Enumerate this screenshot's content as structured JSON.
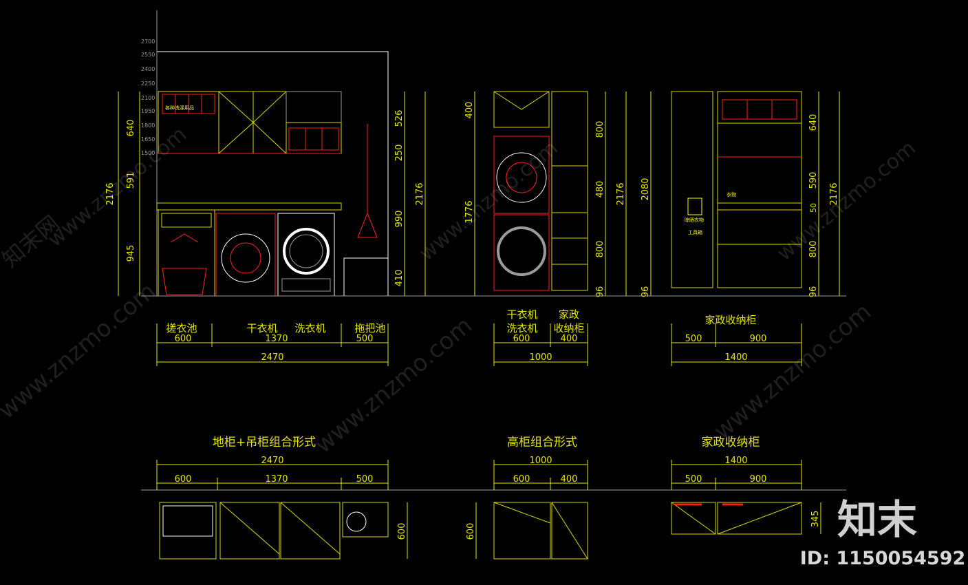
{
  "colors": {
    "background": "#000000",
    "dimension": "#e6e600",
    "outline": "#d9d900",
    "accent_red": "#ff2020",
    "accent_yellow": "#ffff00",
    "white": "#ffffff",
    "gray": "#9a9a9a",
    "cyan": "#00ffff"
  },
  "elevation_labels": {
    "scrub_sink": "搓衣池",
    "dryer": "干衣机",
    "washer": "洗衣机",
    "mop_sink": "拖把池",
    "dryer_washer_top": "干衣机",
    "dryer_washer_bottom": "洗衣机",
    "housekeeping_top": "家政",
    "housekeeping_bottom": "收纳柜",
    "housekeeping_cabinet": "家政收纳柜"
  },
  "plan_titles": {
    "base_wall": "地柜+吊柜组合形式",
    "tall": "高柜组合形式",
    "housekeeping": "家政收纳柜"
  },
  "dims_elev1": {
    "w_sink": "600",
    "w_mid": "1370",
    "w_mop": "500",
    "w_total": "2470",
    "left_upper": "640",
    "left_mid": "591",
    "left_low": "945",
    "left_total": "2176",
    "right_526": "526",
    "right_250": "250",
    "right_990": "990",
    "right_410": "410",
    "right_total": "2176"
  },
  "dims_elev2": {
    "w_a": "600",
    "w_b": "400",
    "w_total": "1000",
    "left_400": "400",
    "left_1776": "1776",
    "r_800a": "800",
    "r_480": "480",
    "r_800b": "800",
    "r_96": "96",
    "r_total": "2176"
  },
  "dims_elev3": {
    "w_a": "500",
    "w_b": "900",
    "w_total": "1400",
    "left_2080": "2080",
    "left_96": "96",
    "r_640": "640",
    "r_590": "590",
    "r_50": "50",
    "r_800": "800",
    "r_96": "96",
    "r_total": "2176"
  },
  "dims_plan": {
    "p1_total": "2470",
    "p1_a": "600",
    "p1_b": "1370",
    "p1_c": "500",
    "p1_depth": "600",
    "p2_total": "1000",
    "p2_a": "600",
    "p2_b": "400",
    "p2_depth": "600",
    "p3_total": "1400",
    "p3_a": "500",
    "p3_b": "900",
    "p3_depth": "345"
  },
  "level_ticks": [
    "2700",
    "2550",
    "2400",
    "2250",
    "2100",
    "1950",
    "1800",
    "1650",
    "1500"
  ],
  "cabinet_notes": {
    "a": "各种洗涤用品",
    "b": "工具箱",
    "c": "衣物",
    "d": "晾晒衣物"
  },
  "watermark": {
    "site": "www.znzmo.com",
    "brand_cn": "知末网",
    "logo_text": "知末",
    "id_text": "ID: 1150054592"
  }
}
